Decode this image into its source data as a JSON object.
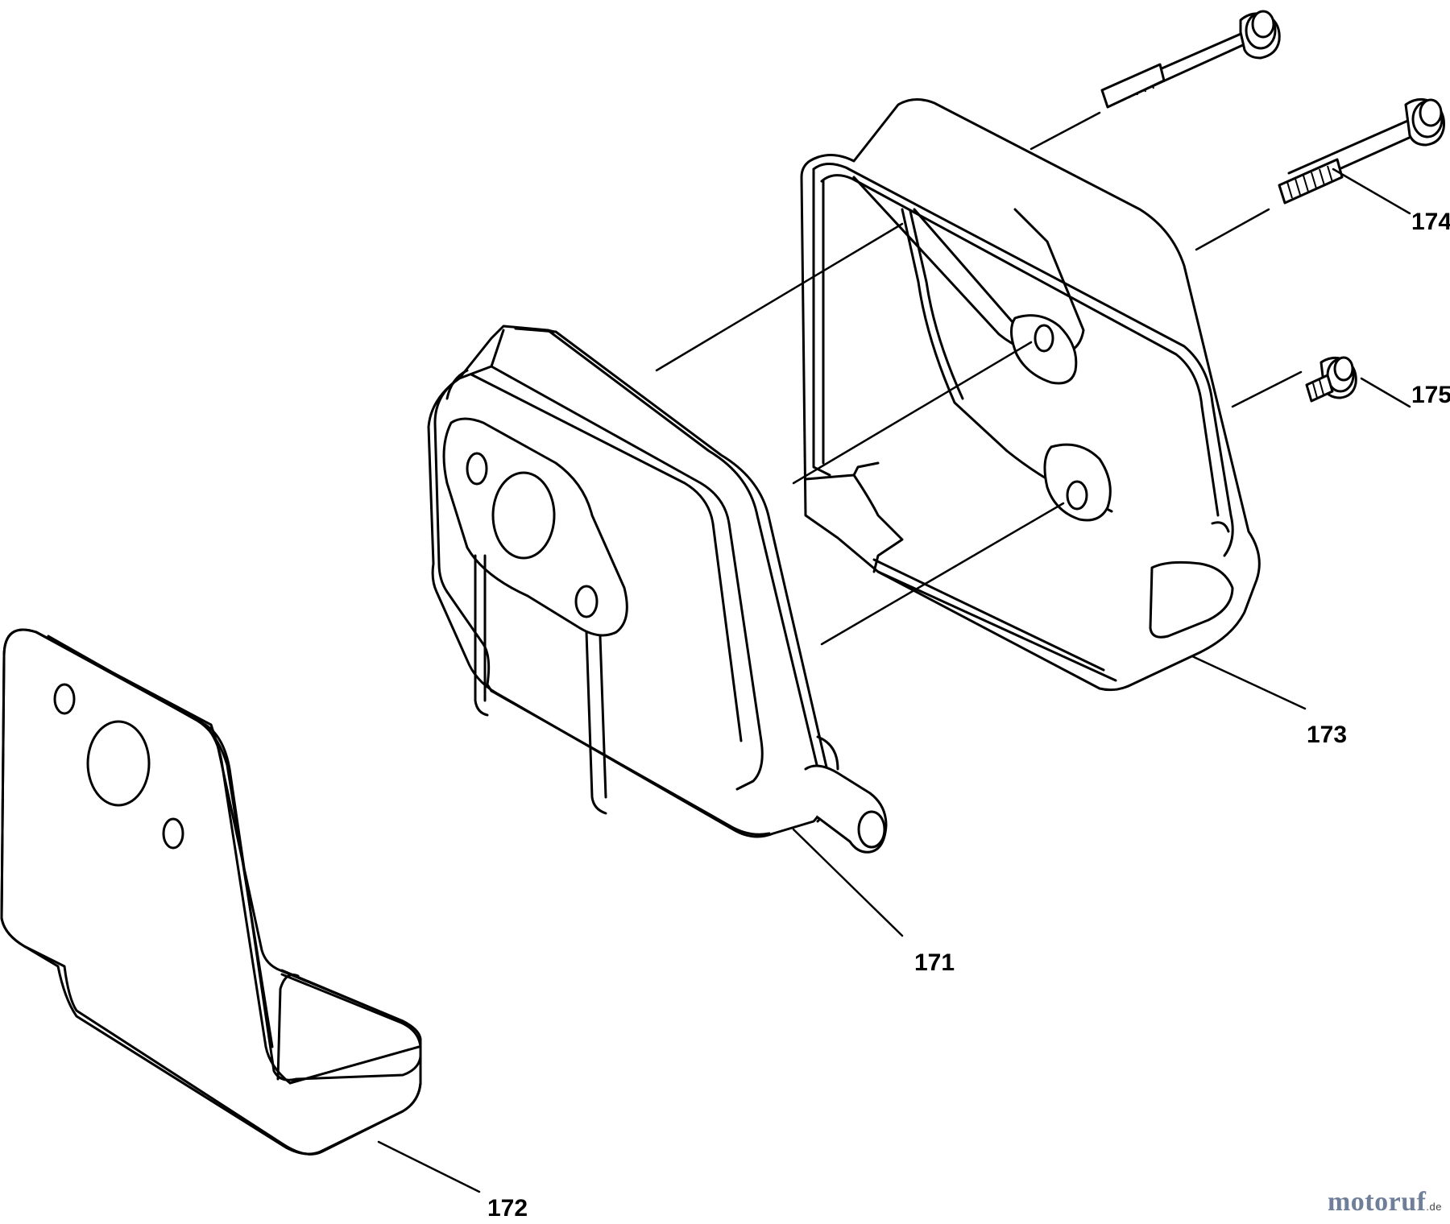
{
  "diagram": {
    "callouts": {
      "p171": "171",
      "p172": "172",
      "p173": "173",
      "p174": "174",
      "p175": "175"
    }
  },
  "watermark": {
    "text": "motoruf",
    "suffix": ".de"
  }
}
